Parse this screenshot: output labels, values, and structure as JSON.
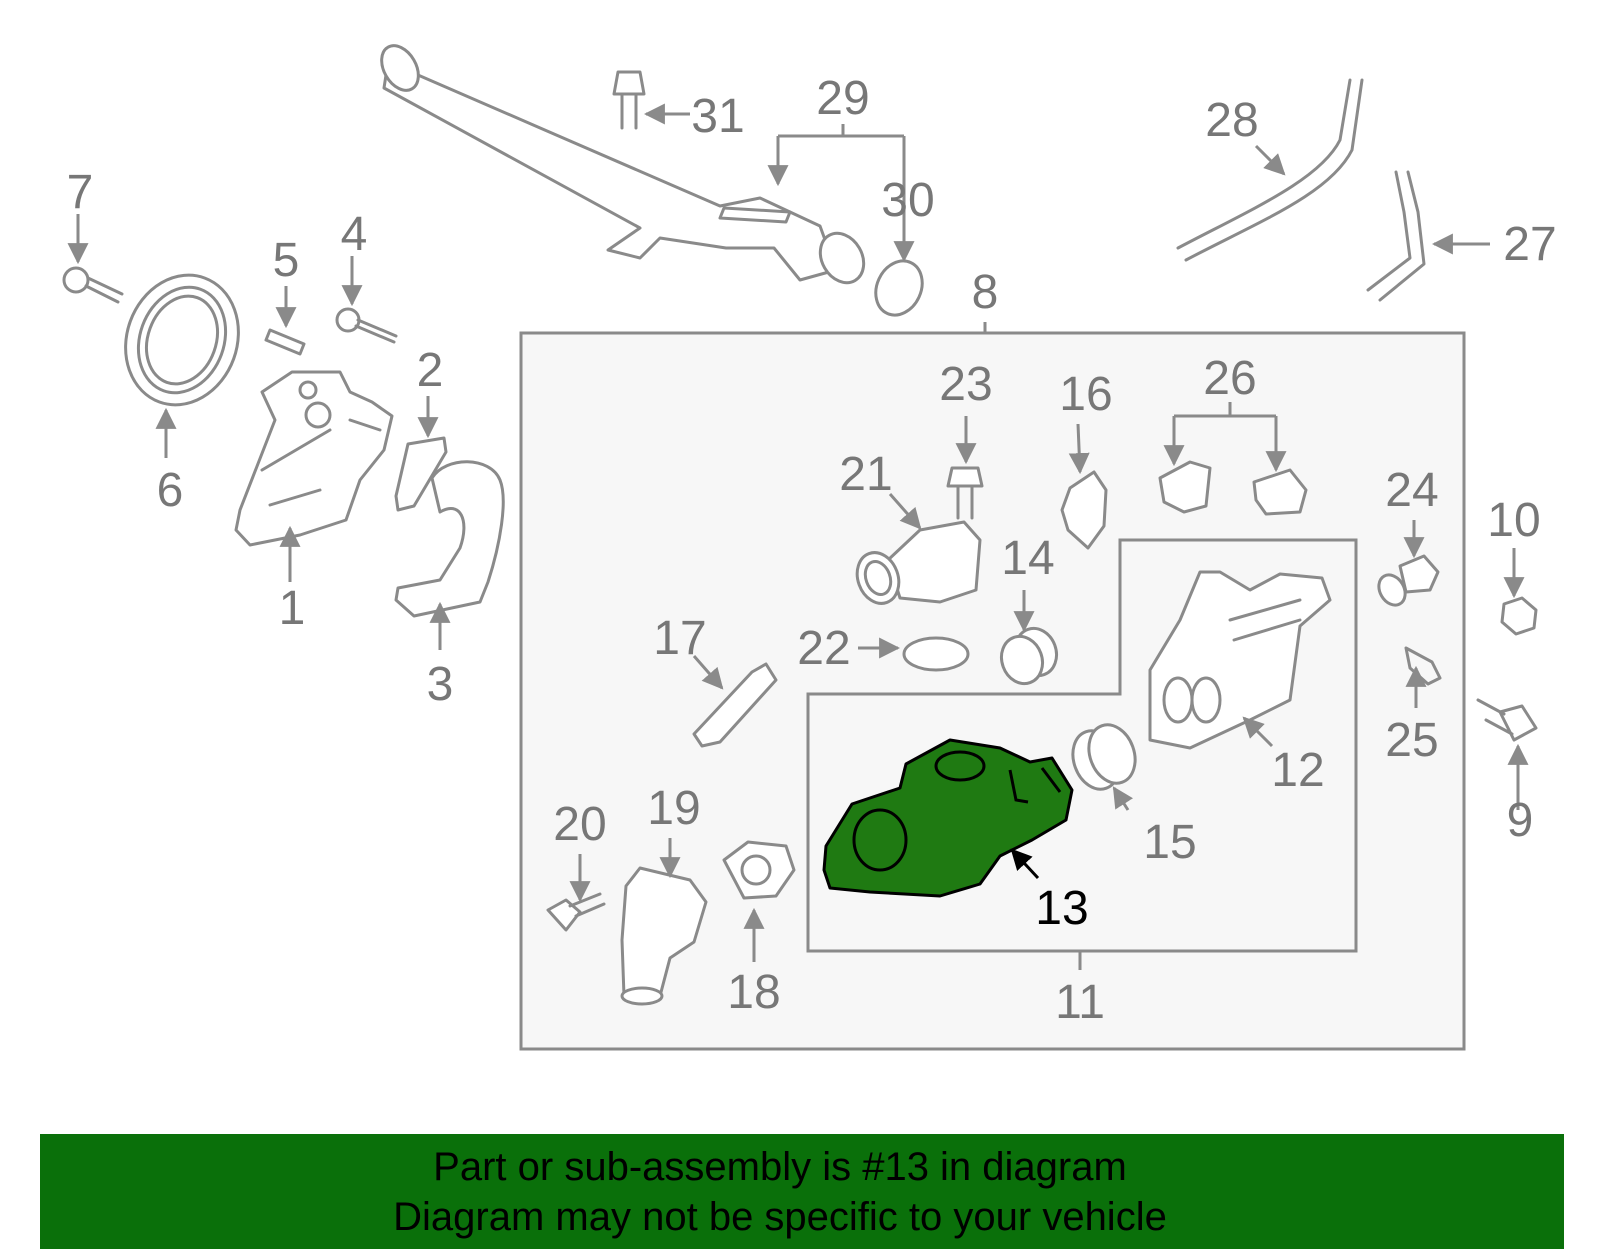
{
  "diagram": {
    "callouts": [
      "1",
      "2",
      "3",
      "4",
      "5",
      "6",
      "7",
      "8",
      "9",
      "10",
      "11",
      "12",
      "13",
      "14",
      "15",
      "16",
      "17",
      "18",
      "19",
      "20",
      "21",
      "22",
      "23",
      "24",
      "25",
      "26",
      "27",
      "28",
      "29",
      "30",
      "31"
    ],
    "highlighted_part": "13",
    "colors": {
      "highlight": "#1f7a12",
      "banner": "#0a700a",
      "line_art": "#8a8a8a"
    }
  },
  "banner": {
    "line1": "Part or sub-assembly is #13 in diagram",
    "line2": "Diagram may not be specific to your vehicle"
  }
}
